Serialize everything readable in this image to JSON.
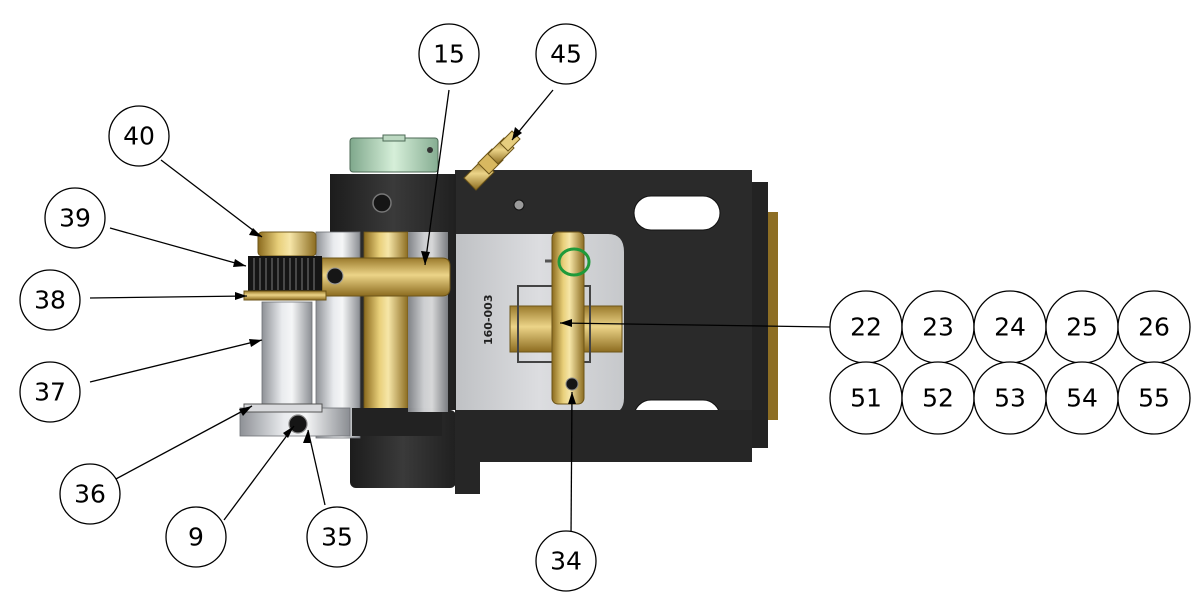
{
  "drawing": {
    "part_marking": "160-003",
    "balloons": [
      {
        "id": "b15",
        "label": "15"
      },
      {
        "id": "b45",
        "label": "45"
      },
      {
        "id": "b40",
        "label": "40"
      },
      {
        "id": "b39",
        "label": "39"
      },
      {
        "id": "b38",
        "label": "38"
      },
      {
        "id": "b37",
        "label": "37"
      },
      {
        "id": "b36",
        "label": "36"
      },
      {
        "id": "b9",
        "label": "9"
      },
      {
        "id": "b35",
        "label": "35"
      },
      {
        "id": "b34",
        "label": "34"
      },
      {
        "id": "b22",
        "label": "22"
      },
      {
        "id": "b23",
        "label": "23"
      },
      {
        "id": "b24",
        "label": "24"
      },
      {
        "id": "b25",
        "label": "25"
      },
      {
        "id": "b26",
        "label": "26"
      },
      {
        "id": "b51",
        "label": "51"
      },
      {
        "id": "b52",
        "label": "52"
      },
      {
        "id": "b53",
        "label": "53"
      },
      {
        "id": "b54",
        "label": "54"
      },
      {
        "id": "b55",
        "label": "55"
      }
    ]
  }
}
